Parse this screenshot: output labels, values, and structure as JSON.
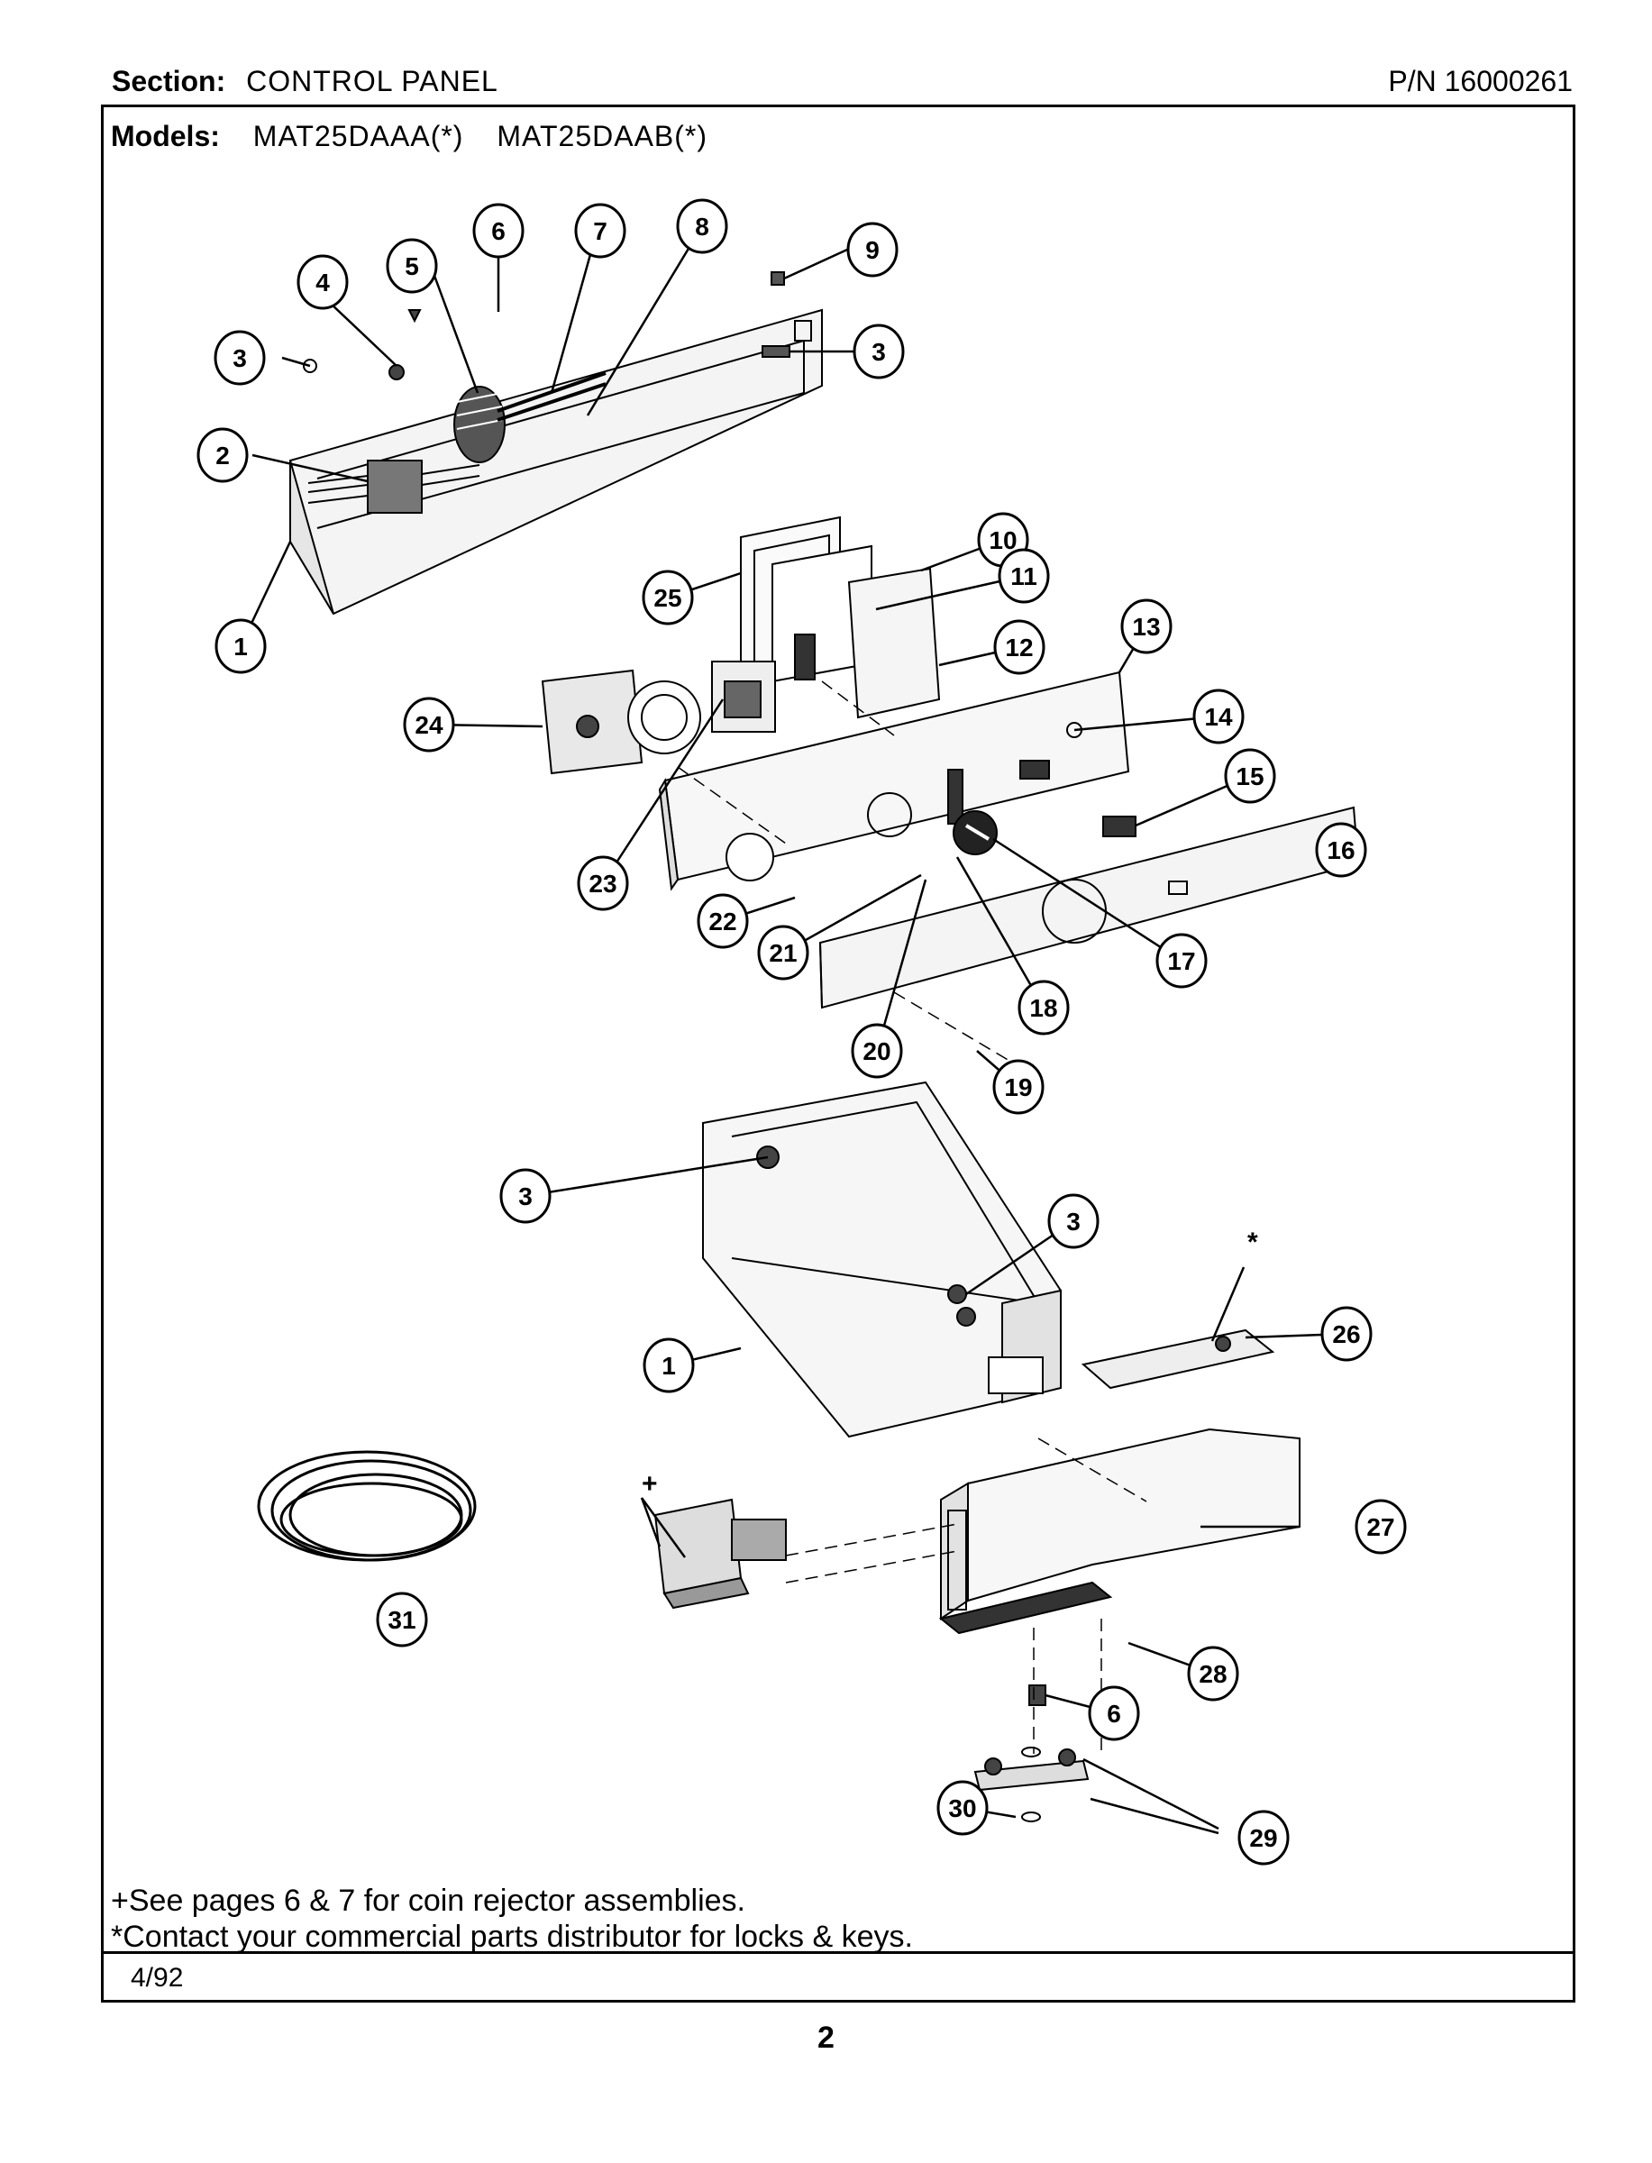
{
  "header": {
    "section_label": "Section:",
    "section_value": "CONTROL PANEL",
    "part_number": "P/N 16000261"
  },
  "models": {
    "label": "Models:",
    "list": [
      "MAT25DAAA(*)",
      "MAT25DAAB(*)"
    ]
  },
  "callouts": [
    "1",
    "2",
    "3",
    "4",
    "5",
    "6",
    "7",
    "8",
    "9",
    "10",
    "11",
    "12",
    "13",
    "14",
    "15",
    "16",
    "17",
    "18",
    "19",
    "20",
    "21",
    "22",
    "23",
    "24",
    "25",
    "26",
    "27",
    "28",
    "29",
    "30",
    "31"
  ],
  "symbols": {
    "plus": "+",
    "asterisk": "*"
  },
  "notes": [
    "+See pages 6 & 7 for coin rejector assemblies.",
    "*Contact your commercial parts distributor for locks & keys."
  ],
  "footer": {
    "date": "4/92"
  },
  "page_number": "2"
}
